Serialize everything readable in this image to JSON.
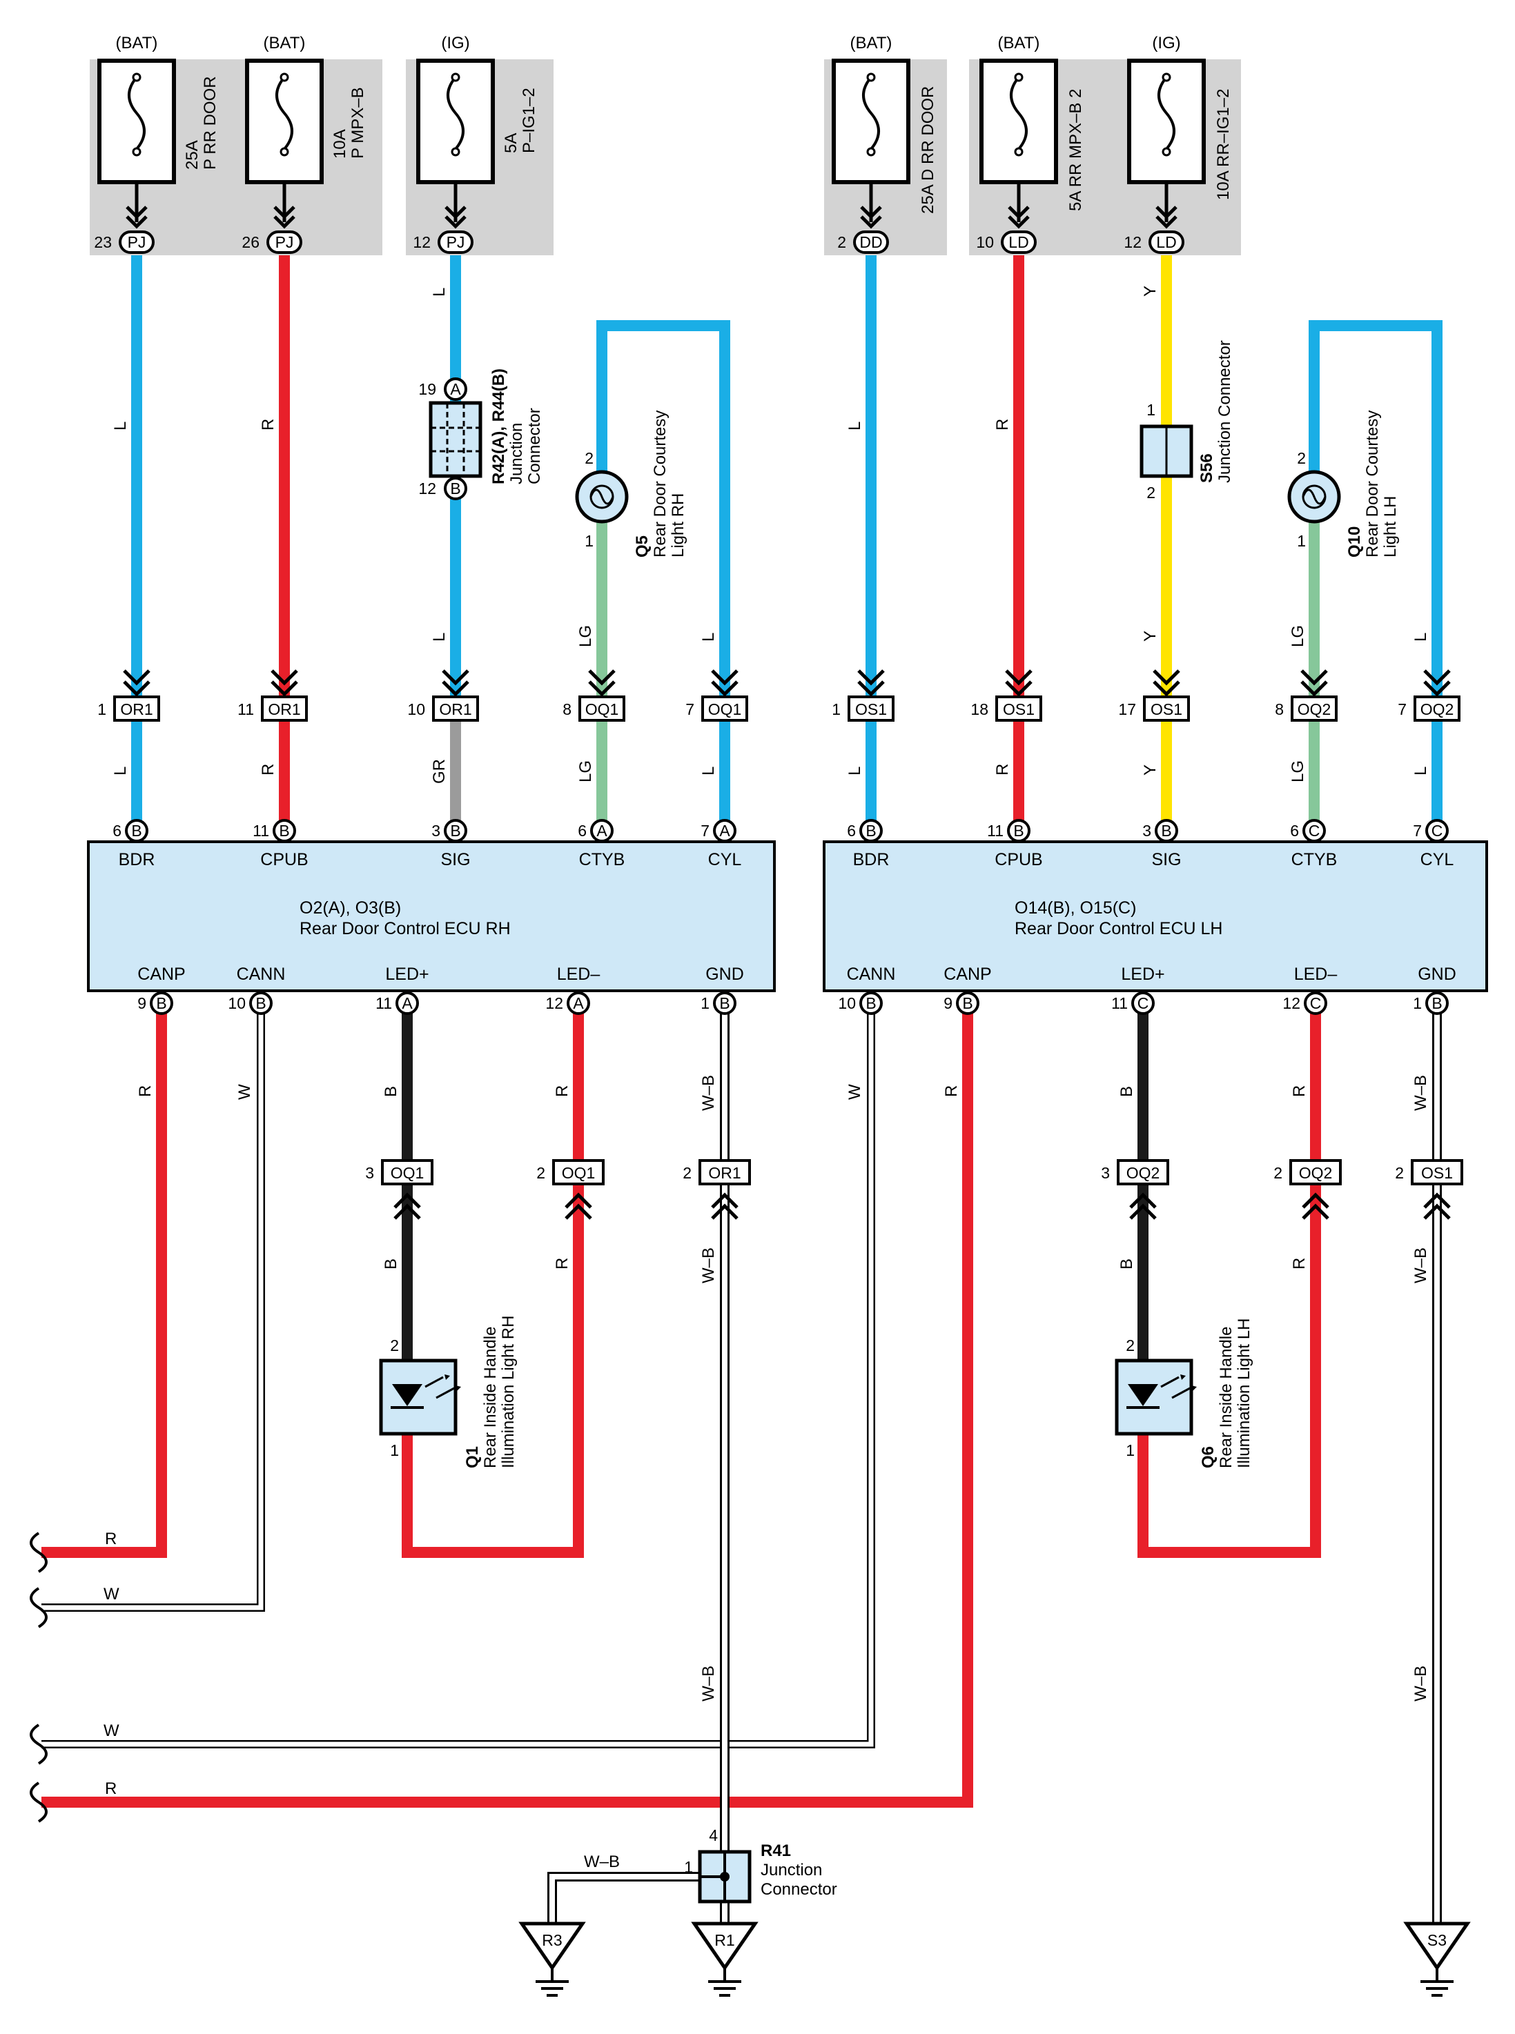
{
  "fuses": [
    {
      "supply": "(BAT)",
      "rating": "25A",
      "name": "P RR DOOR",
      "pin": "23",
      "conn": "PJ"
    },
    {
      "supply": "(BAT)",
      "rating": "10A",
      "name": "P MPX–B",
      "pin": "26",
      "conn": "PJ"
    },
    {
      "supply": "(IG)",
      "rating": "5A",
      "name": "P–IG1–2",
      "pin": "12",
      "conn": "PJ"
    },
    {
      "supply": "(BAT)",
      "label": "25A D RR DOOR",
      "pin": "2",
      "conn": "DD"
    },
    {
      "supply": "(BAT)",
      "label": "5A RR MPX–B 2",
      "pin": "10",
      "conn": "LD"
    },
    {
      "supply": "(IG)",
      "label": "10A RR–IG1–2",
      "pin": "12",
      "conn": "LD"
    }
  ],
  "ecu_rh": {
    "id": "O2(A), O3(B)",
    "name": "Rear Door Control ECU RH",
    "top_signals": [
      {
        "pin": "6",
        "conn": "B",
        "name": "BDR"
      },
      {
        "pin": "11",
        "conn": "B",
        "name": "CPUB"
      },
      {
        "pin": "3",
        "conn": "B",
        "name": "SIG"
      },
      {
        "pin": "6",
        "conn": "A",
        "name": "CTYB"
      },
      {
        "pin": "7",
        "conn": "A",
        "name": "CYL"
      }
    ],
    "bottom_signals": [
      {
        "pin": "9",
        "conn": "B",
        "name": "CANP"
      },
      {
        "pin": "10",
        "conn": "B",
        "name": "CANN"
      },
      {
        "pin": "11",
        "conn": "A",
        "name": "LED+"
      },
      {
        "pin": "12",
        "conn": "A",
        "name": "LED–"
      },
      {
        "pin": "1",
        "conn": "B",
        "name": "GND"
      }
    ]
  },
  "ecu_lh": {
    "id": "O14(B), O15(C)",
    "name": "Rear Door Control ECU LH",
    "top_signals": [
      {
        "pin": "6",
        "conn": "B",
        "name": "BDR"
      },
      {
        "pin": "11",
        "conn": "B",
        "name": "CPUB"
      },
      {
        "pin": "3",
        "conn": "B",
        "name": "SIG"
      },
      {
        "pin": "6",
        "conn": "C",
        "name": "CTYB"
      },
      {
        "pin": "7",
        "conn": "C",
        "name": "CYL"
      }
    ],
    "bottom_signals": [
      {
        "pin": "10",
        "conn": "B",
        "name": "CANN"
      },
      {
        "pin": "9",
        "conn": "B",
        "name": "CANP"
      },
      {
        "pin": "11",
        "conn": "C",
        "name": "LED+"
      },
      {
        "pin": "12",
        "conn": "C",
        "name": "LED–"
      },
      {
        "pin": "1",
        "conn": "B",
        "name": "GND"
      }
    ]
  },
  "upper_connectors": [
    {
      "pin": "1",
      "name": "OR1"
    },
    {
      "pin": "11",
      "name": "OR1"
    },
    {
      "pin": "10",
      "name": "OR1"
    },
    {
      "pin": "8",
      "name": "OQ1"
    },
    {
      "pin": "7",
      "name": "OQ1"
    },
    {
      "pin": "1",
      "name": "OS1"
    },
    {
      "pin": "18",
      "name": "OS1"
    },
    {
      "pin": "17",
      "name": "OS1"
    },
    {
      "pin": "8",
      "name": "OQ2"
    },
    {
      "pin": "7",
      "name": "OQ2"
    }
  ],
  "lower_connectors": [
    {
      "pin": "3",
      "name": "OQ1"
    },
    {
      "pin": "2",
      "name": "OQ1"
    },
    {
      "pin": "2",
      "name": "OR1"
    },
    {
      "pin": "3",
      "name": "OQ2"
    },
    {
      "pin": "2",
      "name": "OQ2"
    },
    {
      "pin": "2",
      "name": "OS1"
    }
  ],
  "components": {
    "r42": {
      "id": "R42(A), R44(B)",
      "line1": "Junction",
      "line2": "Connector",
      "pin_top": "19",
      "conn_top": "A",
      "pin_bottom": "12",
      "conn_bottom": "B"
    },
    "s56": {
      "id": "S56",
      "line1": "Junction Connector",
      "pin_top": "1",
      "pin_bottom": "2"
    },
    "q5": {
      "id": "Q5",
      "line1": "Rear Door Courtesy",
      "line2": "Light RH",
      "pin_top": "2",
      "pin_bottom": "1"
    },
    "q10": {
      "id": "Q10",
      "line1": "Rear Door Courtesy",
      "line2": "Light LH",
      "pin_top": "2",
      "pin_bottom": "1"
    },
    "q1": {
      "id": "Q1",
      "line1": "Rear Inside Handle",
      "line2": "Illumination Light RH",
      "pin_top": "2",
      "pin_bottom": "1"
    },
    "q6": {
      "id": "Q6",
      "line1": "Rear Inside Handle",
      "line2": "Illumination Light LH",
      "pin_top": "2",
      "pin_bottom": "1"
    },
    "r41": {
      "id": "R41",
      "line1": "Junction",
      "line2": "Connector",
      "pin_top": "4",
      "pin_left": "1"
    }
  },
  "grounds": [
    "R3",
    "R1",
    "S3"
  ],
  "wire_labels": {
    "L": "L",
    "R": "R",
    "Y": "Y",
    "LG": "LG",
    "GR": "GR",
    "B": "B",
    "W": "W",
    "WB": "W–B"
  },
  "wire_colors": {
    "L": "#1aaee6",
    "R": "#e8202a",
    "Y": "#ffe400",
    "LG": "#86c79a",
    "GR": "#9b9b9b",
    "B": "#1a1a1a",
    "W": "#ffffff",
    "WB": "#ffffff",
    "panel": "#d3d3d3",
    "ecu": "#cfe8f7"
  }
}
